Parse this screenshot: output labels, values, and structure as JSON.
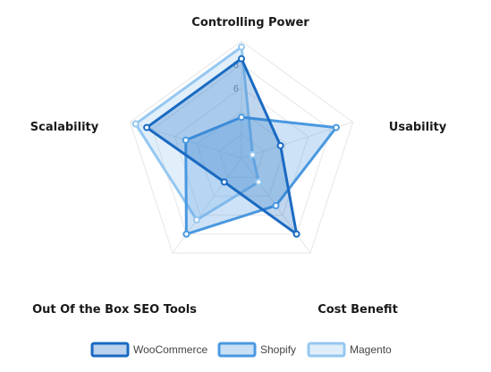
{
  "chart_data": {
    "type": "radar",
    "categories": [
      "Controlling Power",
      "Usability",
      "Cost Benefit",
      "Out Of the Box SEO Tools",
      "Scalability"
    ],
    "range": [
      0,
      10
    ],
    "ticks": [
      {
        "value": 6,
        "label": "6"
      },
      {
        "value": 8,
        "label": "8"
      }
    ],
    "grid": true,
    "legend_position": "bottom",
    "series": [
      {
        "name": "WooCommerce",
        "values": [
          8.5,
          3.5,
          8,
          2.5,
          8.5
        ],
        "color": "#1a6ac2"
      },
      {
        "name": "Shopify",
        "values": [
          3.5,
          8.5,
          5,
          8,
          5
        ],
        "color": "#4a98e0"
      },
      {
        "name": "Magento",
        "values": [
          9.5,
          1,
          2.5,
          6.5,
          9.5
        ],
        "color": "#95c7f0"
      }
    ]
  }
}
